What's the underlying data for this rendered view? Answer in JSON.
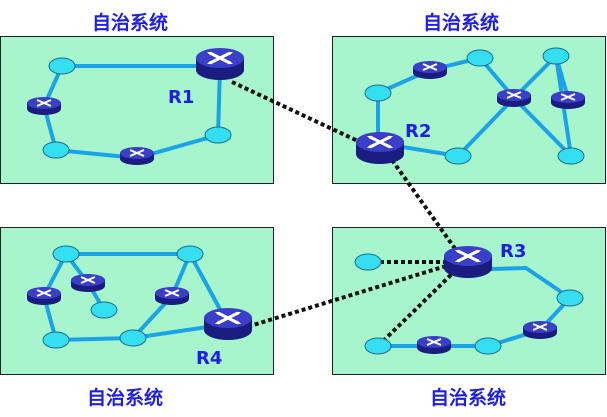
{
  "systems": [
    {
      "label": "自治系统"
    },
    {
      "label": "自治系统"
    },
    {
      "label": "自治系统"
    },
    {
      "label": "自治系统"
    }
  ],
  "routers": [
    {
      "label": "R1"
    },
    {
      "label": "R2"
    },
    {
      "label": "R3"
    },
    {
      "label": "R4"
    }
  ],
  "colors": {
    "region_fill": "#a6f5cd",
    "link": "#1aa3e8",
    "node_fill": "#35dff2",
    "router_body": "#2b2fb3",
    "inter_as_link": "#111111",
    "label_text": "#1e1ee6"
  }
}
